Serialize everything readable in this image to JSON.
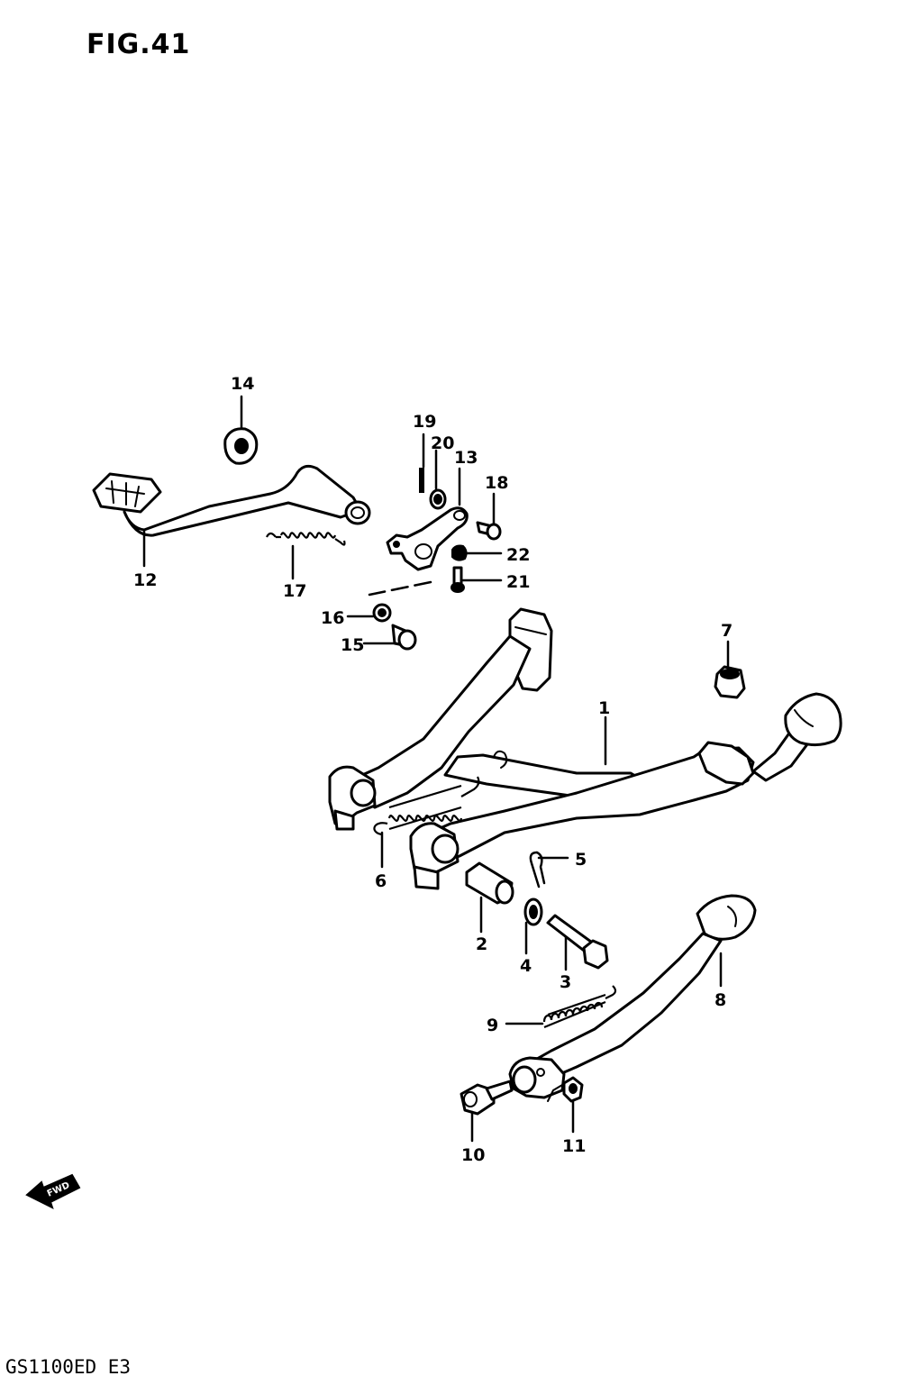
{
  "figure": {
    "title": "FIG.41",
    "model_code": "GS1100ED E3",
    "fwd_label": "FWD"
  },
  "callouts": [
    "1",
    "2",
    "3",
    "4",
    "5",
    "6",
    "7",
    "8",
    "9",
    "10",
    "11",
    "12",
    "13",
    "14",
    "15",
    "16",
    "17",
    "18",
    "19",
    "20",
    "21",
    "22"
  ]
}
